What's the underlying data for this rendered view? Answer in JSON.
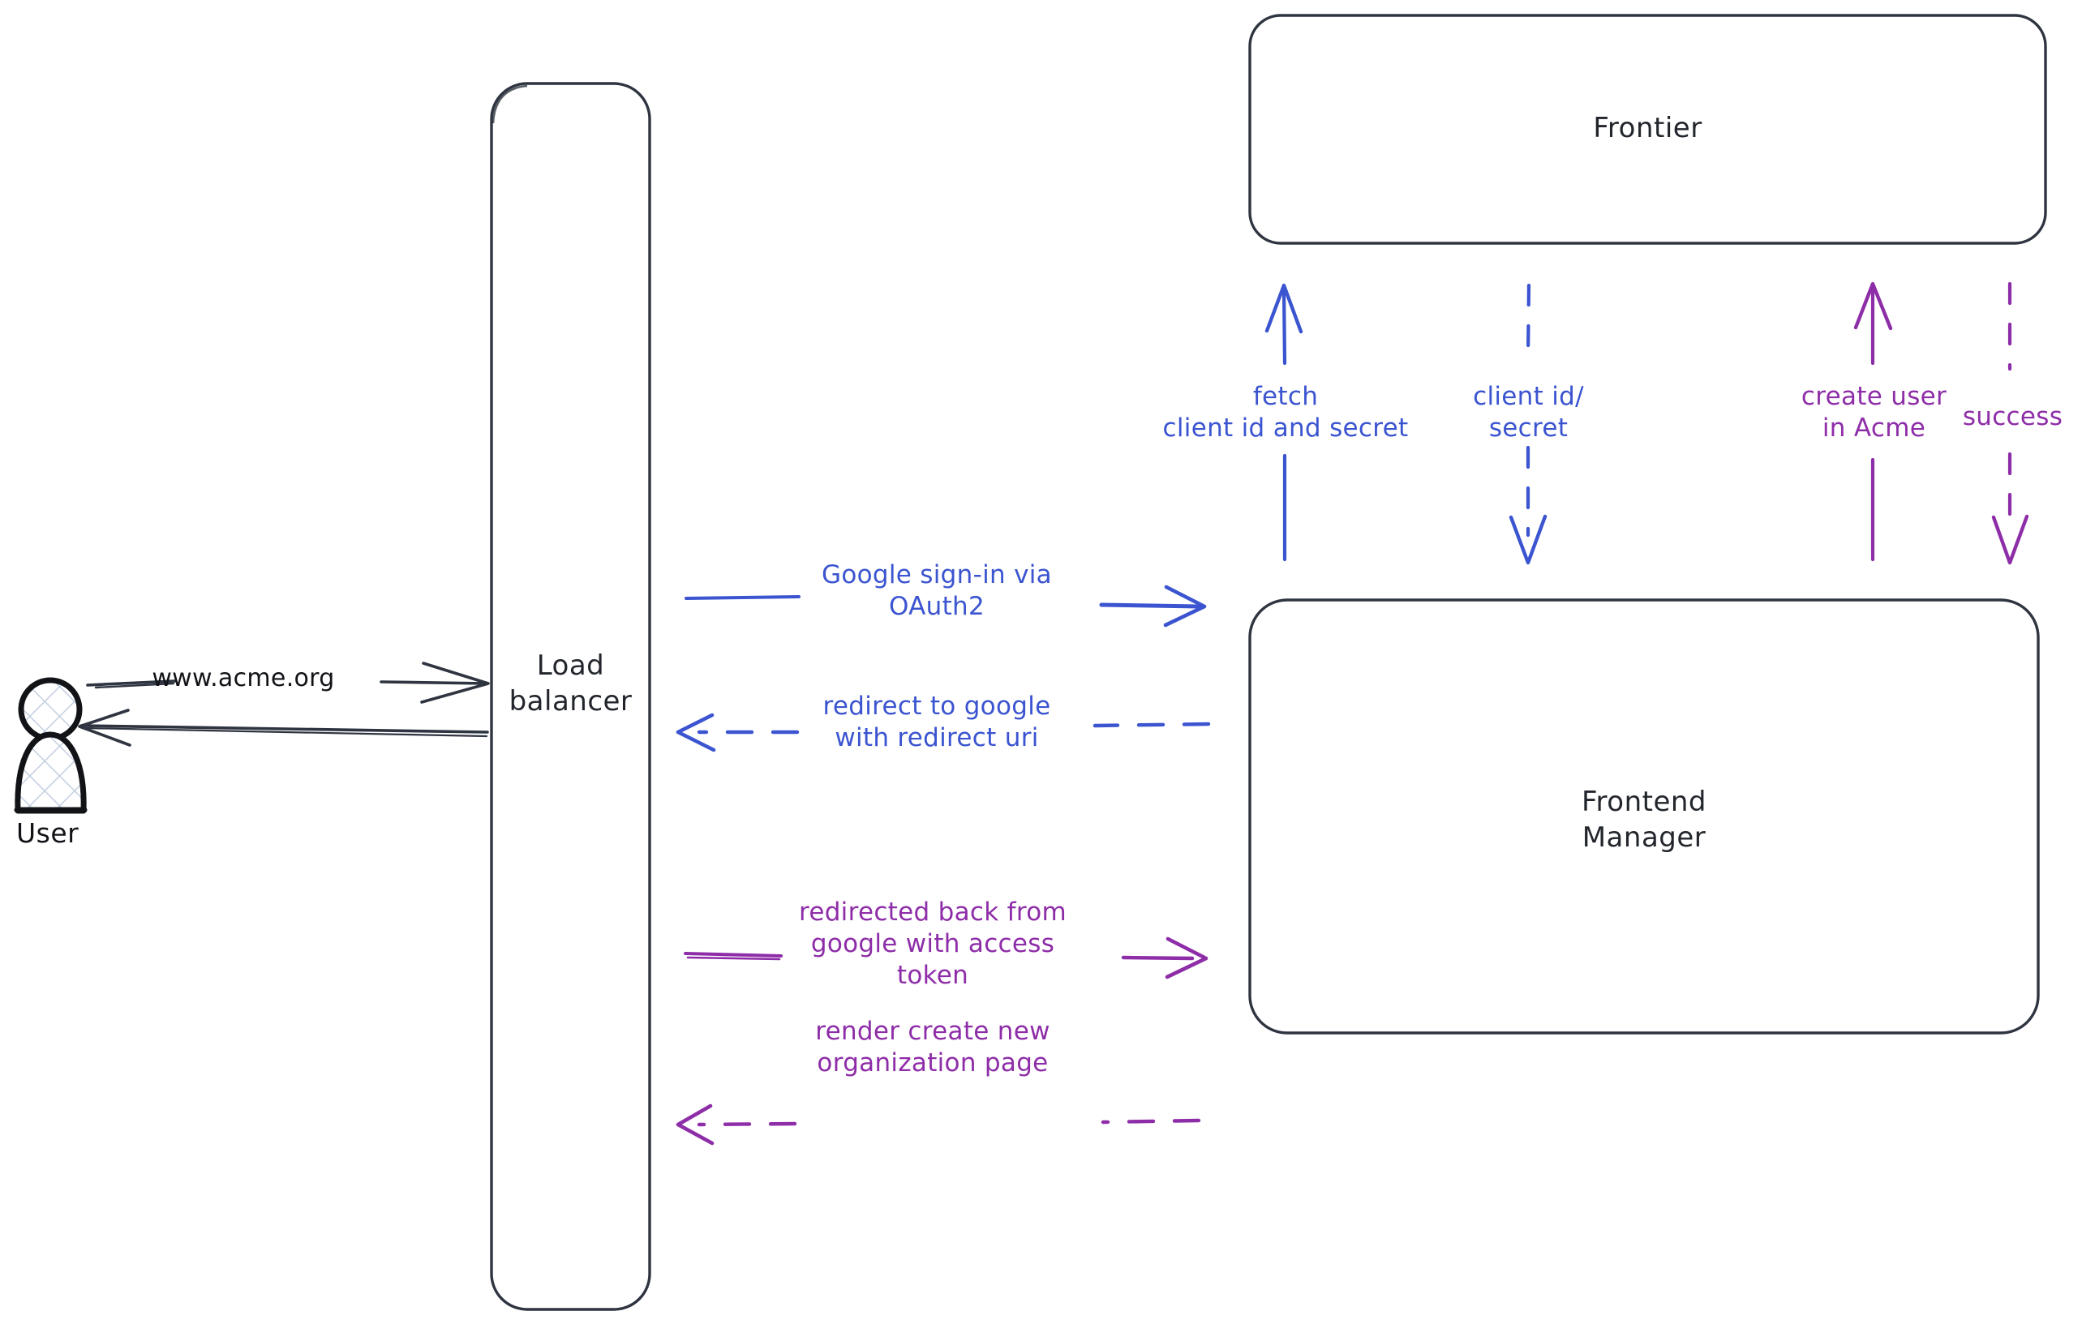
{
  "diagram": {
    "title": "Acme Google OAuth2 sign-in sequence",
    "type": "sequence-architecture-diagram",
    "colors": {
      "ink": "#22262c",
      "blue": "#3b54d0",
      "purple": "#8e2da8",
      "actor_fill_hatch": "#c3cfe0",
      "background": "#ffffff"
    }
  },
  "actors": {
    "user": {
      "label": "User",
      "icon": "person-icon"
    }
  },
  "nodes": {
    "load_balancer": {
      "label": "Load\nbalancer"
    },
    "frontier": {
      "label": "Frontier"
    },
    "frontend_manager": {
      "label": "Frontend\nManager"
    }
  },
  "edges": [
    {
      "id": "user-to-lb",
      "label": "www.acme.org",
      "color": "#22262c",
      "style": "solid",
      "direction": "right",
      "from": "user",
      "to": "load_balancer"
    },
    {
      "id": "lb-to-user",
      "label": "",
      "color": "#22262c",
      "style": "solid",
      "direction": "left",
      "from": "load_balancer",
      "to": "user"
    },
    {
      "id": "lb-to-fm-signin",
      "label": "Google sign-in via\nOAuth2",
      "color": "#3b54d0",
      "style": "solid",
      "direction": "right",
      "from": "load_balancer",
      "to": "frontend_manager"
    },
    {
      "id": "fm-to-lb-redirect",
      "label": "redirect to google\nwith redirect uri",
      "color": "#3b54d0",
      "style": "dashed",
      "direction": "left",
      "from": "frontend_manager",
      "to": "load_balancer"
    },
    {
      "id": "lb-to-fm-token",
      "label": "redirected back from\ngoogle with access\ntoken",
      "color": "#8e2da8",
      "style": "solid",
      "direction": "right",
      "from": "load_balancer",
      "to": "frontend_manager"
    },
    {
      "id": "fm-to-lb-render",
      "label": "render create new\norganization page",
      "color": "#8e2da8",
      "style": "dashed",
      "direction": "left",
      "from": "frontend_manager",
      "to": "load_balancer"
    },
    {
      "id": "fm-to-frontier-fetch",
      "label": "fetch\nclient id and secret",
      "color": "#3b54d0",
      "style": "solid",
      "direction": "up",
      "from": "frontend_manager",
      "to": "frontier"
    },
    {
      "id": "frontier-to-fm-creds",
      "label": "client id/\nsecret",
      "color": "#3b54d0",
      "style": "dashed",
      "direction": "down",
      "from": "frontier",
      "to": "frontend_manager"
    },
    {
      "id": "fm-to-frontier-create",
      "label": "create user\nin Acme",
      "color": "#8e2da8",
      "style": "solid",
      "direction": "up",
      "from": "frontend_manager",
      "to": "frontier"
    },
    {
      "id": "frontier-to-fm-success",
      "label": "success",
      "color": "#8e2da8",
      "style": "dashed",
      "direction": "down",
      "from": "frontier",
      "to": "frontend_manager"
    }
  ]
}
